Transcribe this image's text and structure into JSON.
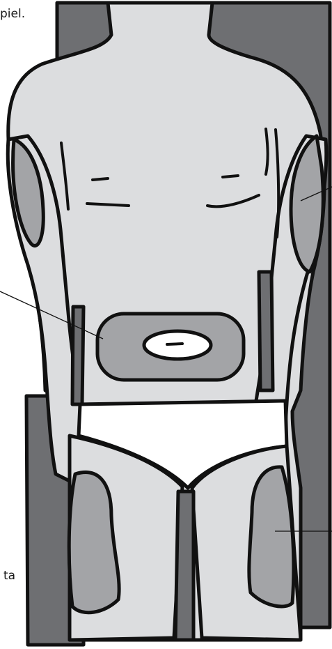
{
  "labels": {
    "top_fragment": "piel.",
    "bottom_fragment": "ta"
  },
  "colors": {
    "outline": "#111111",
    "skin": "#dcdddf",
    "injection_zone": "#a3a4a7",
    "background_panel": "#6e6f72",
    "underwear": "#ffffff"
  },
  "regions": [
    "abdomen",
    "left-arm",
    "right-arm",
    "left-thigh",
    "right-thigh"
  ]
}
